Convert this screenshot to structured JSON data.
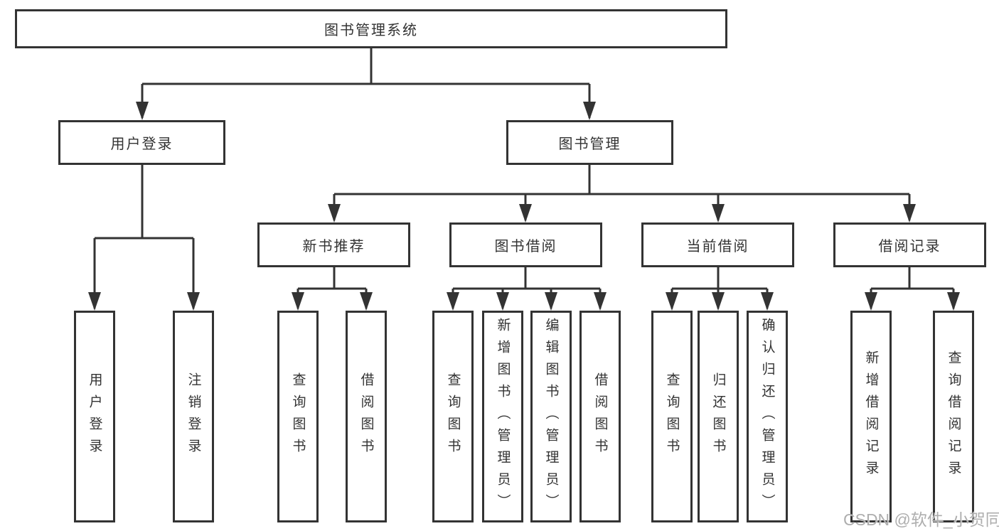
{
  "colors": {
    "line": "#333333",
    "box_border": "#333333",
    "text": "#333333",
    "background": "#ffffff",
    "watermark": "#aeaeae"
  },
  "tree": {
    "label": "图书管理系统",
    "children": [
      {
        "label": "用户登录",
        "children": [
          {
            "label": "用户登录"
          },
          {
            "label": "注销登录"
          }
        ]
      },
      {
        "label": "图书管理",
        "children": [
          {
            "label": "新书推荐",
            "children": [
              {
                "label": "查询图书"
              },
              {
                "label": "借阅图书"
              }
            ]
          },
          {
            "label": "图书借阅",
            "children": [
              {
                "label": "查询图书"
              },
              {
                "label": "新增图书（管理员）"
              },
              {
                "label": "编辑图书（管理员）"
              },
              {
                "label": "借阅图书"
              }
            ]
          },
          {
            "label": "当前借阅",
            "children": [
              {
                "label": "查询图书"
              },
              {
                "label": "归还图书"
              },
              {
                "label": "确认归还（管理员）"
              }
            ]
          },
          {
            "label": "借阅记录",
            "children": [
              {
                "label": "新增借阅记录"
              },
              {
                "label": "查询借阅记录"
              }
            ]
          }
        ]
      }
    ]
  },
  "watermark": {
    "text": "CSDN @软件_小贺同学"
  }
}
